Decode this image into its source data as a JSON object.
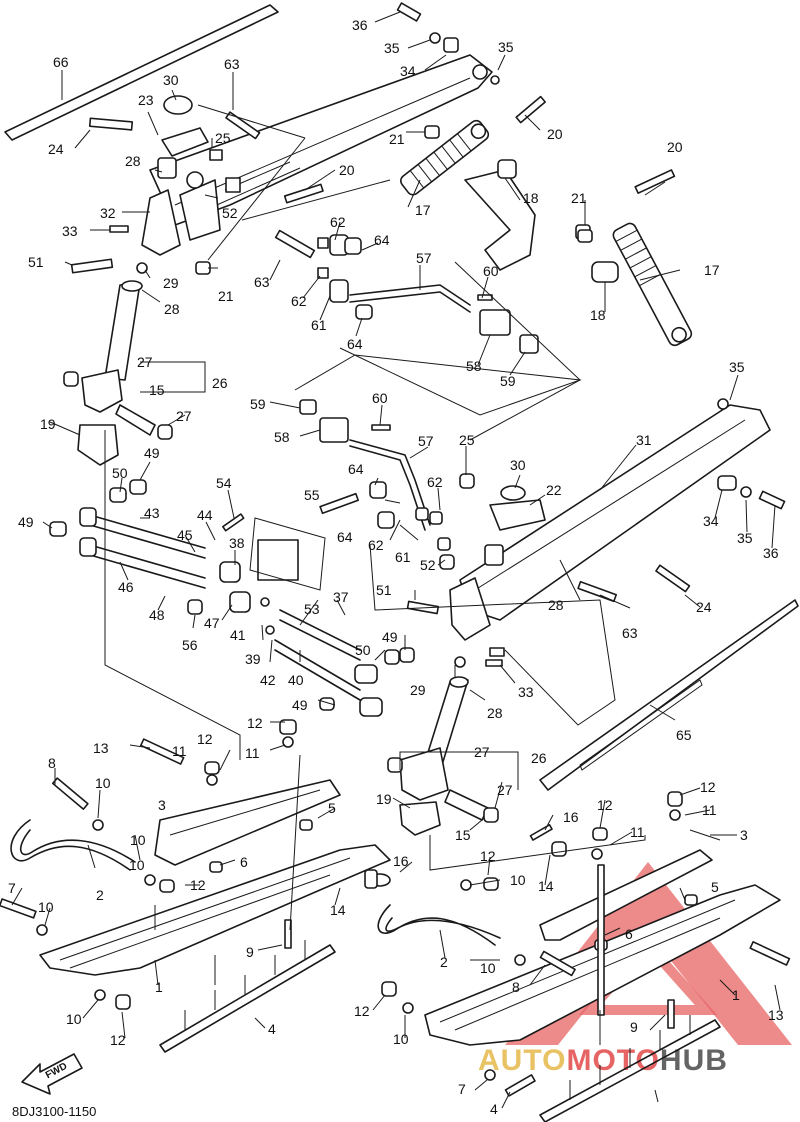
{
  "diagram": {
    "code": "8DJ3100-1150",
    "fwd_label": "FWD",
    "colors": {
      "line": "#1a1a1a",
      "watermark_red": "#e34a4a",
      "watermark_gold": "#e6b84a"
    },
    "watermark": {
      "text_segments": [
        {
          "text": "AUTO",
          "color": "#e6b84a"
        },
        {
          "text": "MOTO",
          "color": "#e34a4a"
        },
        {
          "text": "HUB",
          "color": "#4a4a4a"
        }
      ]
    }
  },
  "callouts": {
    "c1": "66",
    "c2": "36",
    "c3": "35",
    "c4": "34",
    "c5": "35",
    "c6": "63",
    "c7": "30",
    "c8": "23",
    "c9": "24",
    "c10": "25",
    "c11": "21",
    "c12": "20",
    "c13": "28",
    "c14": "20",
    "c15": "18",
    "c16": "20",
    "c17": "52",
    "c18": "32",
    "c19": "17",
    "c20": "21",
    "c21": "33",
    "c22": "62",
    "c23": "64",
    "c24": "51",
    "c25": "29",
    "c26": "21",
    "c27": "63",
    "c28": "62",
    "c29": "57",
    "c30": "60",
    "c31": "17",
    "c32": "28",
    "c33": "61",
    "c34": "18",
    "c35": "64",
    "c36": "58",
    "c37": "59",
    "c38": "27",
    "c39": "26",
    "c40": "15",
    "c41": "35",
    "c42": "19",
    "c43": "27",
    "c44": "59",
    "c45": "60",
    "c46": "58",
    "c47": "57",
    "c48": "31",
    "c49": "25",
    "c50": "30",
    "c51": "50",
    "c52": "49",
    "c53": "54",
    "c54": "22",
    "c55": "64",
    "c56": "62",
    "c57": "55",
    "c58": "49",
    "c59": "43",
    "c60": "34",
    "c61": "35",
    "c62": "36",
    "c63": "44",
    "c64": "45",
    "c65": "64",
    "c66": "38",
    "c67": "62",
    "c68": "61",
    "c69": "52",
    "c70": "46",
    "c71": "48",
    "c72": "47",
    "c73": "41",
    "c74": "51",
    "c75": "24",
    "c76": "28",
    "c77": "63",
    "c78": "56",
    "c79": "53",
    "c80": "37",
    "c81": "39",
    "c82": "42",
    "c83": "40",
    "c84": "50",
    "c85": "49",
    "c86": "29",
    "c87": "33",
    "c88": "28",
    "c89": "49",
    "c90": "65",
    "c91": "12",
    "c92": "13",
    "c93": "11",
    "c94": "12",
    "c95": "11",
    "c96": "27",
    "c97": "26",
    "c98": "8",
    "c99": "10",
    "c100": "3",
    "c101": "5",
    "c102": "19",
    "c103": "27",
    "c104": "12",
    "c105": "10",
    "c106": "15",
    "c107": "16",
    "c108": "11",
    "c109": "12",
    "c110": "11",
    "c111": "3",
    "c112": "2",
    "c113": "6",
    "c114": "10",
    "c115": "12",
    "c116": "16",
    "c117": "14",
    "c118": "12",
    "c119": "10",
    "c120": "5",
    "c121": "7",
    "c122": "14",
    "c123": "6",
    "c124": "10",
    "c125": "9",
    "c126": "2",
    "c127": "1",
    "c128": "10",
    "c129": "8",
    "c130": "1",
    "c131": "13",
    "c132": "12",
    "c133": "4",
    "c134": "10",
    "c135": "12",
    "c136": "9",
    "c137": "10",
    "c138": "7",
    "c139": "4"
  }
}
